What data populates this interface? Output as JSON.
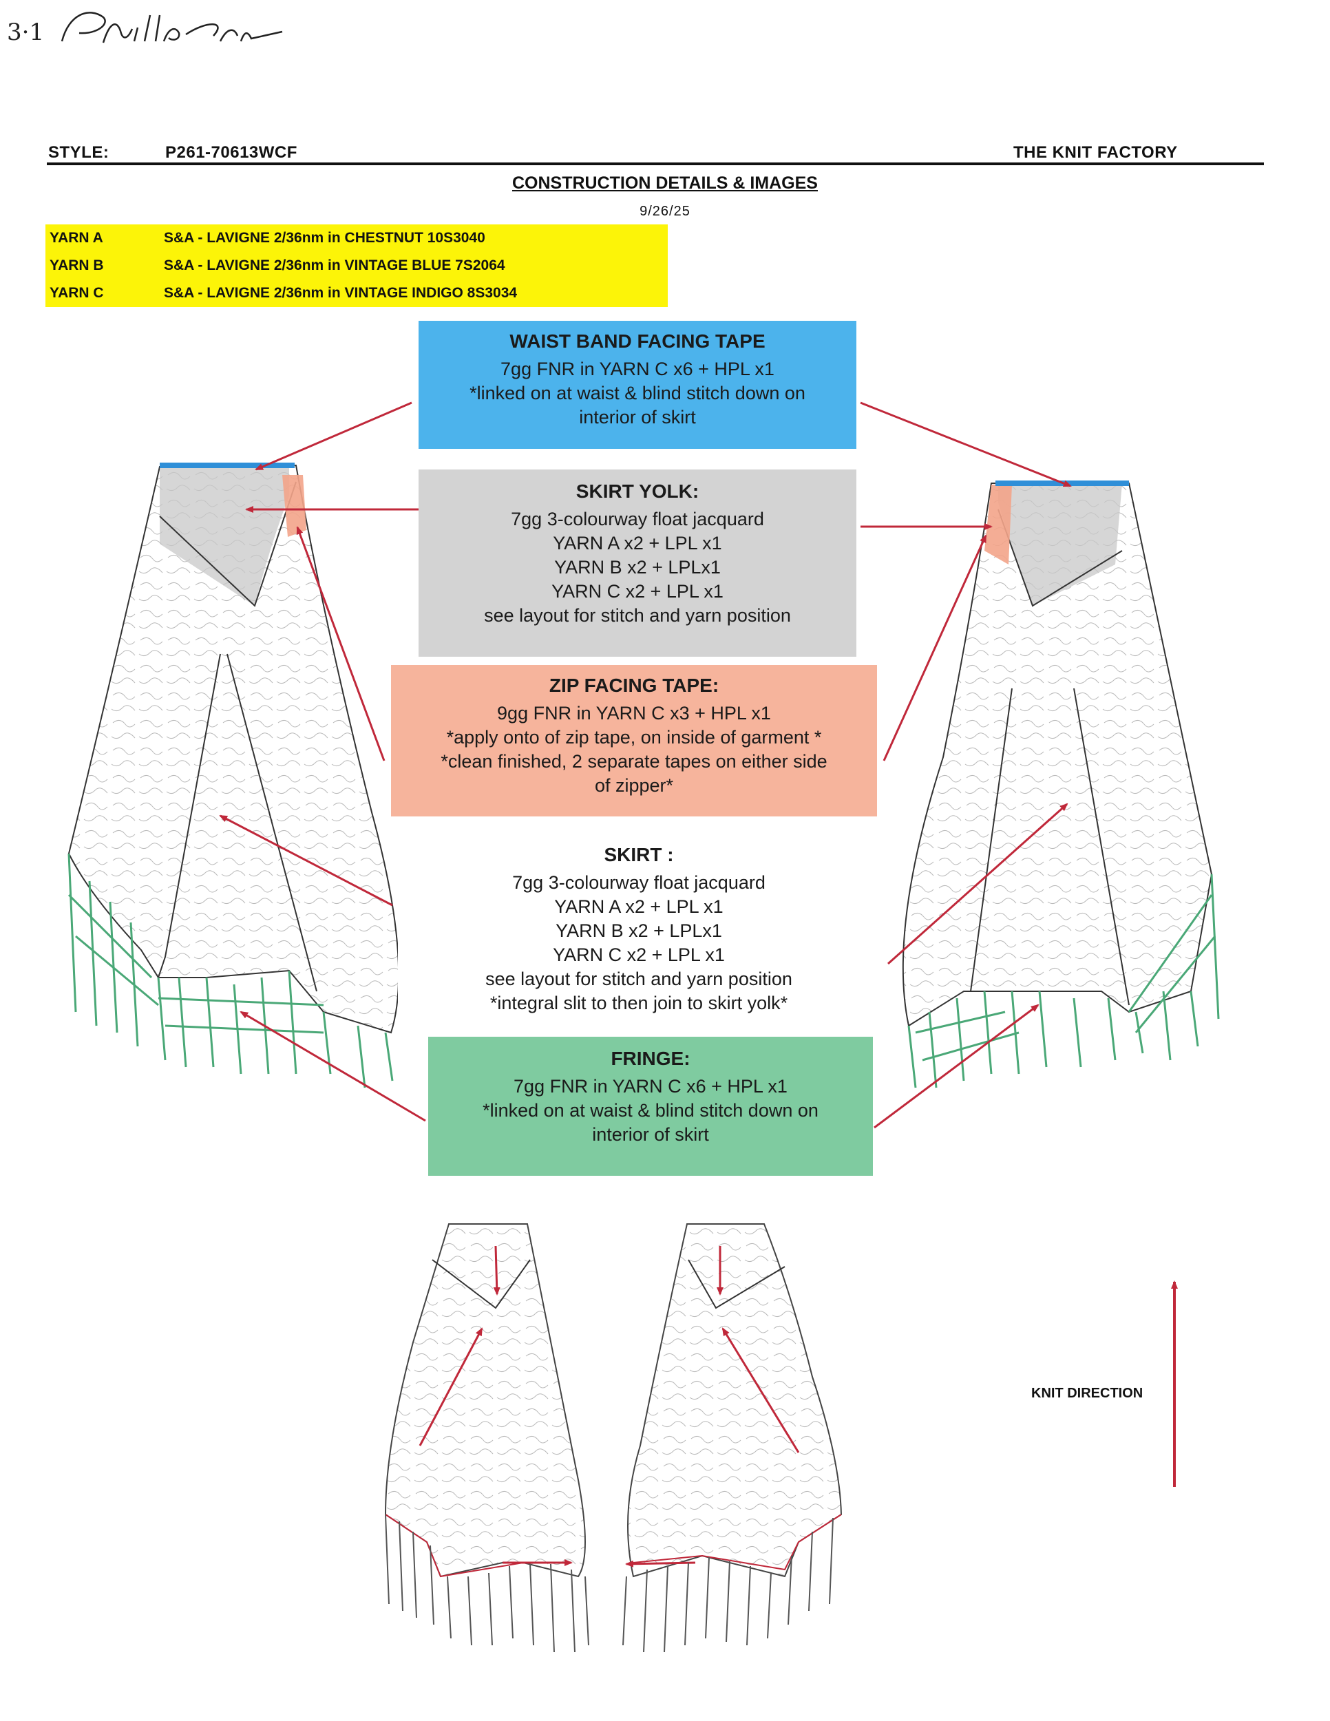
{
  "brand": {
    "logo_text": "3.1 Phillip Lim"
  },
  "header": {
    "style_label": "STYLE:",
    "style_value": "P261-70613WCF",
    "factory": "THE KNIT FACTORY"
  },
  "document": {
    "title": "CONSTRUCTION DETAILS & IMAGES",
    "date": "9/26/25"
  },
  "yarns": [
    {
      "key": "YARN A",
      "value": "S&A - LAVIGNE 2/36nm in CHESTNUT 10S3040"
    },
    {
      "key": "YARN B",
      "value": "S&A - LAVIGNE 2/36nm in VINTAGE BLUE 7S2064"
    },
    {
      "key": "YARN C",
      "value": "S&A - LAVIGNE 2/36nm in VINTAGE INDIGO 8S3034"
    }
  ],
  "callouts": {
    "waist": {
      "title": "WAIST BAND FACING  TAPE",
      "lines": [
        "7gg FNR in   YARN C x6 + HPL x1",
        "*linked on at waist  & blind stitch down on",
        "interior of skirt"
      ]
    },
    "yolk": {
      "title": "SKIRT YOLK:",
      "lines": [
        "7gg 3-colourway float jacquard",
        "YARN A x2 + LPL x1",
        "YARN B x2 + LPLx1",
        "YARN C x2 + LPL x1",
        "see layout for stitch and yarn position"
      ]
    },
    "zip": {
      "title": "ZIP FACING TAPE:",
      "lines": [
        "9gg FNR in   YARN C x3 + HPL x1",
        "*apply onto of zip tape, on inside of garment *",
        "*clean finished, 2 separate tapes on either side",
        "of zipper*"
      ]
    },
    "skirt": {
      "title": "SKIRT :",
      "lines": [
        "7gg 3-colourway float jacquard",
        "YARN A x2 + LPL x1",
        "YARN B x2 + LPLx1",
        "YARN C x2 + LPL x1",
        "see layout for stitch and yarn position",
        "*integral slit to then join to skirt yolk*"
      ]
    },
    "fringe": {
      "title": "FRINGE:",
      "lines": [
        "7gg FNR in   YARN C x6 + HPL x1",
        "*linked on at waist  & blind stitch down on",
        "interior of skirt"
      ]
    }
  },
  "knit_direction_label": "KNIT DIRECTION",
  "colors": {
    "yarn_highlight": "#fcf408",
    "waist": "#4cb3ec",
    "yolk": "#d3d3d3",
    "zip": "#f6b49c",
    "fringe": "#7fcba0",
    "arrow": "#c0283a"
  }
}
